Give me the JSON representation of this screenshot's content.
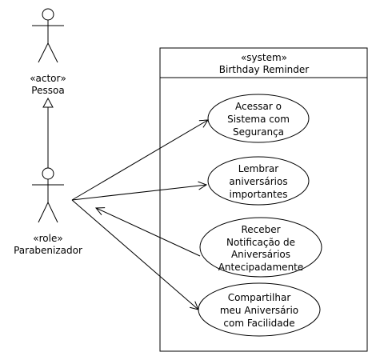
{
  "actor_pessoa": {
    "stereotype": "«actor»",
    "name": "Pessoa"
  },
  "actor_parabenizador": {
    "stereotype": "«role»",
    "name": "Parabenizador"
  },
  "system": {
    "stereotype": "«system»",
    "name": "Birthday Reminder"
  },
  "use_cases": [
    {
      "lines": [
        "Acessar o",
        "Sistema com",
        "Segurança"
      ]
    },
    {
      "lines": [
        "Lembrar",
        "aniversários",
        "importantes"
      ]
    },
    {
      "lines": [
        "Receber",
        "Notificação de",
        "Aniversários",
        "Antecipadamente"
      ]
    },
    {
      "lines": [
        "Compartilhar",
        "meu Aniversário",
        "com Facilidade"
      ]
    }
  ]
}
